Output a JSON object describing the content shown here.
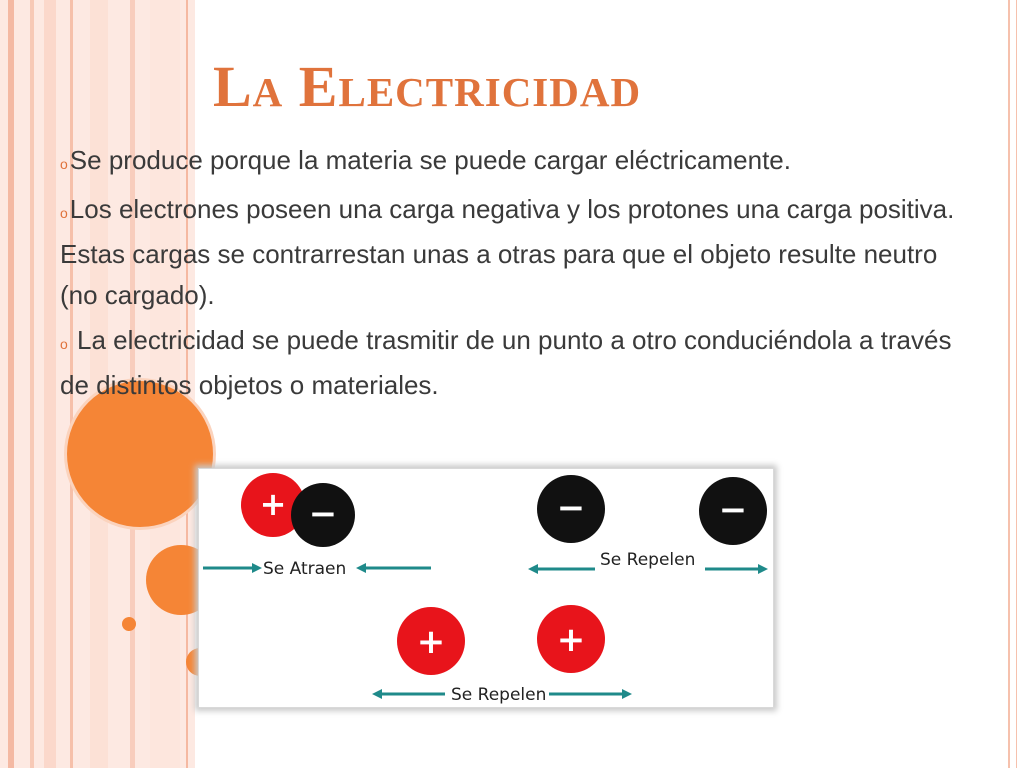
{
  "slide": {
    "title": "La Electricidad",
    "bullet_glyph": "o",
    "paragraphs": [
      "Se produce porque la materia se puede cargar eléctricamente.",
      "Los electrones poseen una carga negativa y los protones una carga positiva. Estas cargas se contrarrestan unas a otras para que el objeto resulte neutro (no cargado).",
      " La electricidad se puede trasmitir de un punto a otro conduciéndola a través de distintos objetos o materiales."
    ]
  },
  "figure": {
    "labels": {
      "attract": "Se Atraen",
      "repel_negative": "Se Repelen",
      "repel_positive": "Se Repelen"
    },
    "signs": {
      "plus": "+",
      "minus": "−"
    },
    "colors": {
      "positive": "#e8141b",
      "negative": "#111111",
      "arrow": "#1f8a8a",
      "accent": "#f58536",
      "title": "#e0733c"
    }
  }
}
